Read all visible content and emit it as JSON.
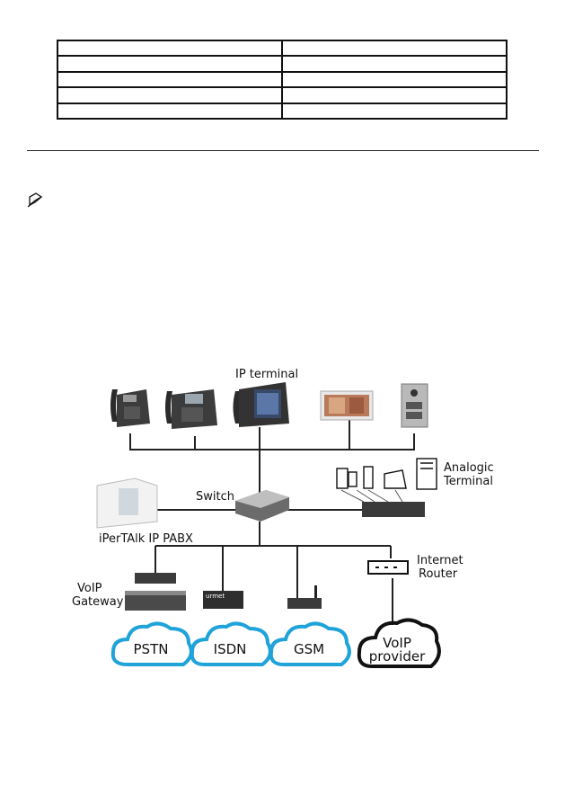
{
  "diagram": {
    "labels": {
      "ip_terminal": "IP  terminal",
      "analogic_terminal_line1": "Analogic",
      "analogic_terminal_line2": "Terminal",
      "switch": "Switch",
      "pabx": "iPerTAlk IP PABX",
      "voip_gateway_line1": "VoIP",
      "voip_gateway_line2": "Gateway",
      "internet_router_line1": "Internet",
      "internet_router_line2": "Router",
      "device_brand": "urmet"
    },
    "clouds": {
      "pstn": "PSTN",
      "isdn": "ISDN",
      "gsm": "GSM",
      "voip_provider_line1": "VoIP",
      "voip_provider_line2": "provider"
    },
    "colors": {
      "cloud_blue": "#1fa3d9",
      "cloud_dark": "#111111",
      "line": "#222222",
      "device_dark": "#3a3a3a"
    }
  },
  "icons": {
    "note": "pencil-note-icon"
  }
}
